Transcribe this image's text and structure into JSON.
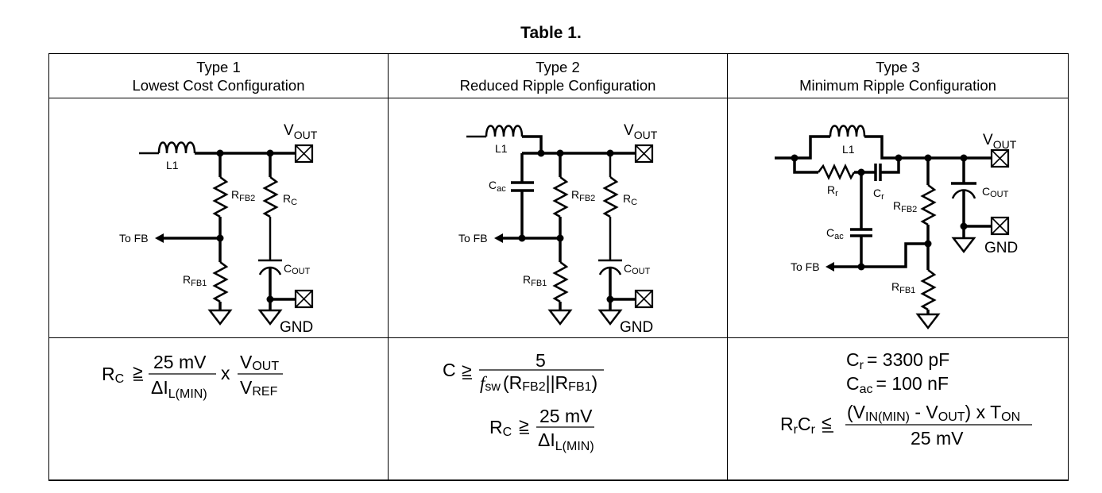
{
  "table": {
    "caption": "Table 1.",
    "columns": [
      {
        "type": "Type 1",
        "name": "Lowest Cost Configuration",
        "circuit": {
          "inductor": "L1",
          "resistors": [
            "RFB2",
            "RC",
            "RFB1"
          ],
          "capacitors": [
            "COUT"
          ],
          "terminals": [
            "VOUT",
            "GND"
          ],
          "feedback": "To FB"
        },
        "equations": [
          "RC ≥ 25 mV / ΔIL(MIN) x VOUT / VREF"
        ]
      },
      {
        "type": "Type 2",
        "name": "Reduced Ripple Configuration",
        "circuit": {
          "inductor": "L1",
          "resistors": [
            "RFB2",
            "RC",
            "RFB1"
          ],
          "capacitors": [
            "Cac",
            "COUT"
          ],
          "terminals": [
            "VOUT",
            "GND"
          ],
          "feedback": "To FB"
        },
        "equations": [
          "C ≥ 5 / fsw (RFB2||RFB1)",
          "RC ≥ 25 mV / ΔIL(MIN)"
        ]
      },
      {
        "type": "Type 3",
        "name": "Minimum Ripple Configuration",
        "circuit": {
          "inductor": "L1",
          "resistors": [
            "Rr",
            "RFB2",
            "RFB1"
          ],
          "capacitors": [
            "Cr",
            "Cac",
            "COUT"
          ],
          "terminals": [
            "VOUT",
            "GND"
          ],
          "feedback": "To FB"
        },
        "equations": [
          "Cr = 3300 pF",
          "Cac = 100 nF",
          "RrCr ≤ (VIN(MIN) - VOUT) x TON / 25 mV"
        ]
      }
    ]
  },
  "labels": {
    "L1": "L1",
    "R": "R",
    "C": "C",
    "V": "V",
    "OUT": "OUT",
    "FB2": "FB2",
    "FB1": "FB1",
    "Csub": "C",
    "ac": "ac",
    "r": "r",
    "GND": "GND",
    "ToFB": "To FB",
    "ge": "≥",
    "le": "≤",
    "x": "x",
    "mV25": "25 mV",
    "DeltaI": "ΔI",
    "LMIN": "L(MIN)",
    "REF": "REF",
    "five": "5",
    "f": "f",
    "sw": "sw",
    "lpar": "(",
    "rpar": ")",
    "par": "||",
    "Cr_val": "= 3300 pF",
    "Cac_val": "= 100 nF",
    "VIN": "(V",
    "INMIN": "IN(MIN)",
    "minus": " - V",
    "OUTrp": ") x T",
    "ON": "ON"
  }
}
